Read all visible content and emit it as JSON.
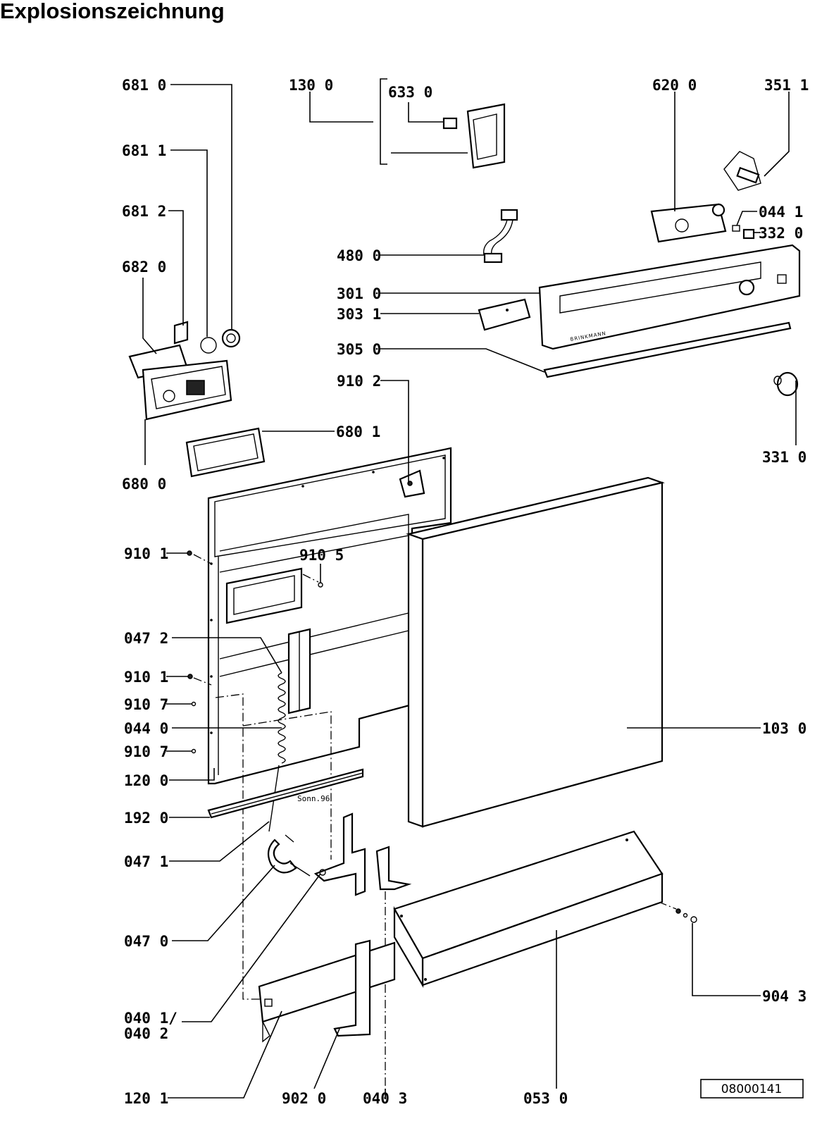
{
  "title": "Explosionszeichnung",
  "drawing_number": "08000141",
  "panel_brand": "BRINKMANN",
  "stamp_text": "Sonn.96",
  "labels": {
    "p6810": "681 0",
    "p6811": "681 1",
    "p6812": "681 2",
    "p6820": "682 0",
    "p6800": "680 0",
    "p6801": "680 1",
    "p1300": "130 0",
    "p6330": "633 0",
    "p4800": "480 0",
    "p3010": "301 0",
    "p3031": "303 1",
    "p3050": "305 0",
    "p9102": "910 2",
    "p6200": "620 0",
    "p3511": "351 1",
    "p0441": "044 1",
    "p3320": "332 0",
    "p3310": "331 0",
    "p9101a": "910 1",
    "p9105": "910 5",
    "p0472": "047 2",
    "p9101b": "910 1",
    "p9107a": "910 7",
    "p0440": "044 0",
    "p9107b": "910 7",
    "p1200": "120 0",
    "p1920": "192 0",
    "p0471": "047 1",
    "p0470": "047 0",
    "p0401": "040 1/",
    "p0402": "040 2",
    "p1201": "120 1",
    "p9020": "902 0",
    "p0403": "040 3",
    "p0530": "053 0",
    "p1030": "103 0",
    "p9043": "904 3"
  }
}
